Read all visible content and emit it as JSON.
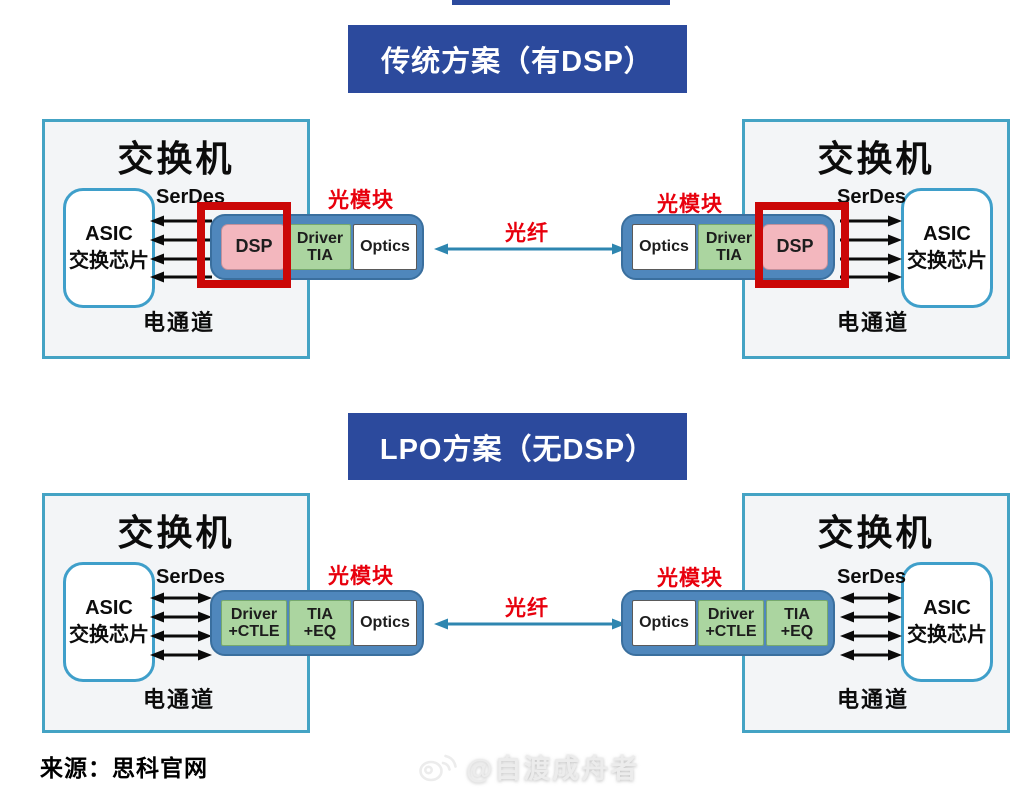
{
  "colors": {
    "banner_blue": "#2c4a9d",
    "box_border_teal": "#44a3c4",
    "module_blue": "#4f87bc",
    "block_pink": "#f3b7be",
    "block_green": "#abd5a0",
    "block_white": "#ffffff",
    "highlight_red": "#cb0707",
    "label_red": "#e8000d",
    "fiber_arrow_teal": "#2e86b0"
  },
  "sections": [
    {
      "banner": "传统方案（有DSP）",
      "module_label": "光模块",
      "fiber_label": "光纤",
      "switch": {
        "title": "交换机",
        "asic_line1": "ASIC",
        "asic_line2": "交换芯片",
        "serdes": "SerDes",
        "channel": "电通道"
      },
      "left_module_blocks": [
        {
          "line1": "DSP"
        },
        {
          "line1": "Driver",
          "line2": "TIA"
        },
        {
          "line1": "Optics"
        }
      ],
      "right_module_blocks": [
        {
          "line1": "Optics"
        },
        {
          "line1": "Driver",
          "line2": "TIA"
        },
        {
          "line1": "DSP"
        }
      ]
    },
    {
      "banner": "LPO方案（无DSP）",
      "module_label": "光模块",
      "fiber_label": "光纤",
      "switch": {
        "title": "交换机",
        "asic_line1": "ASIC",
        "asic_line2": "交换芯片",
        "serdes": "SerDes",
        "channel": "电通道"
      },
      "left_module_blocks": [
        {
          "line1": "Driver",
          "line2": "+CTLE"
        },
        {
          "line1": "TIA",
          "line2": "+EQ"
        },
        {
          "line1": "Optics"
        }
      ],
      "right_module_blocks": [
        {
          "line1": "Optics"
        },
        {
          "line1": "Driver",
          "line2": "+CTLE"
        },
        {
          "line1": "TIA",
          "line2": "+EQ"
        }
      ]
    }
  ],
  "footer": {
    "source": "来源：思科官网",
    "watermark": "@自渡成舟者"
  }
}
